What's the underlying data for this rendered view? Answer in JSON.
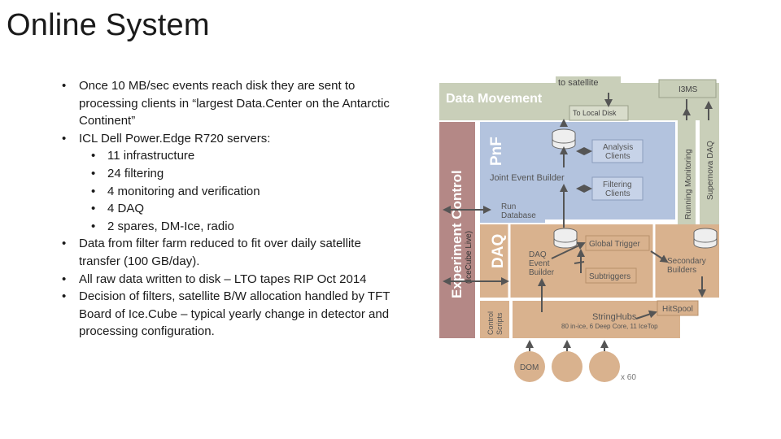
{
  "slide": {
    "title": "Online System",
    "bullets": [
      "Once 10 MB/sec events reach disk they are sent to processing clients in “largest Data.Center on the Antarctic Continent”",
      "ICL Dell Power.Edge R720 servers:",
      "11 infrastructure",
      "24 filtering",
      "4 monitoring and verification",
      "4 DAQ",
      "2 spares, DM-Ice, radio",
      "Data from filter farm reduced to fit over daily satellite transfer (100 GB/day).",
      "All raw data written to disk – LTO tapes RIP Oct 2014",
      "Decision of filters, satellite B/W allocation handled by TFT Board of Ice.Cube – typical yearly change in detector and processing configuration."
    ]
  },
  "diagram": {
    "colors": {
      "data_movement": "#c9cfb9",
      "experiment_control": "#b48886",
      "pnf": "#b3c3de",
      "daq": "#d9b28e",
      "arrow": "#555555",
      "dom": "#d9b28e"
    },
    "labels": {
      "to_satellite": "to satellite",
      "data_movement": "Data Movement",
      "i3ms": "I3MS",
      "to_local_disk": "To Local Disk",
      "running_monitoring": "Running Monitoring",
      "supernova_daq": "Supernova DAQ",
      "experiment_control": "Experiment Control",
      "icecube_live": "(IceCube Live)",
      "pnf": "PnF",
      "analysis_clients_1": "Analysis",
      "analysis_clients_2": "Clients",
      "joint_event_builder": "Joint Event Builder",
      "filtering_clients_1": "Filtering",
      "filtering_clients_2": "Clients",
      "run_database_1": "Run",
      "run_database_2": "Database",
      "daq": "DAQ",
      "daq_event_builder_1": "DAQ",
      "daq_event_builder_2": "Event",
      "daq_event_builder_3": "Builder",
      "global_trigger": "Global Trigger",
      "secondary_builders_1": "Secondary",
      "secondary_builders_2": "Builders",
      "subtriggers": "Subtriggers",
      "hitspool": "HitSpool",
      "control_scripts_1": "Control",
      "control_scripts_2": "Scripts",
      "stringhubs": "StringHubs",
      "stringhubs_detail": "80 in-ice, 6 Deep Core, 11 IceTop",
      "dom": "DOM",
      "x60": "x 60"
    }
  }
}
